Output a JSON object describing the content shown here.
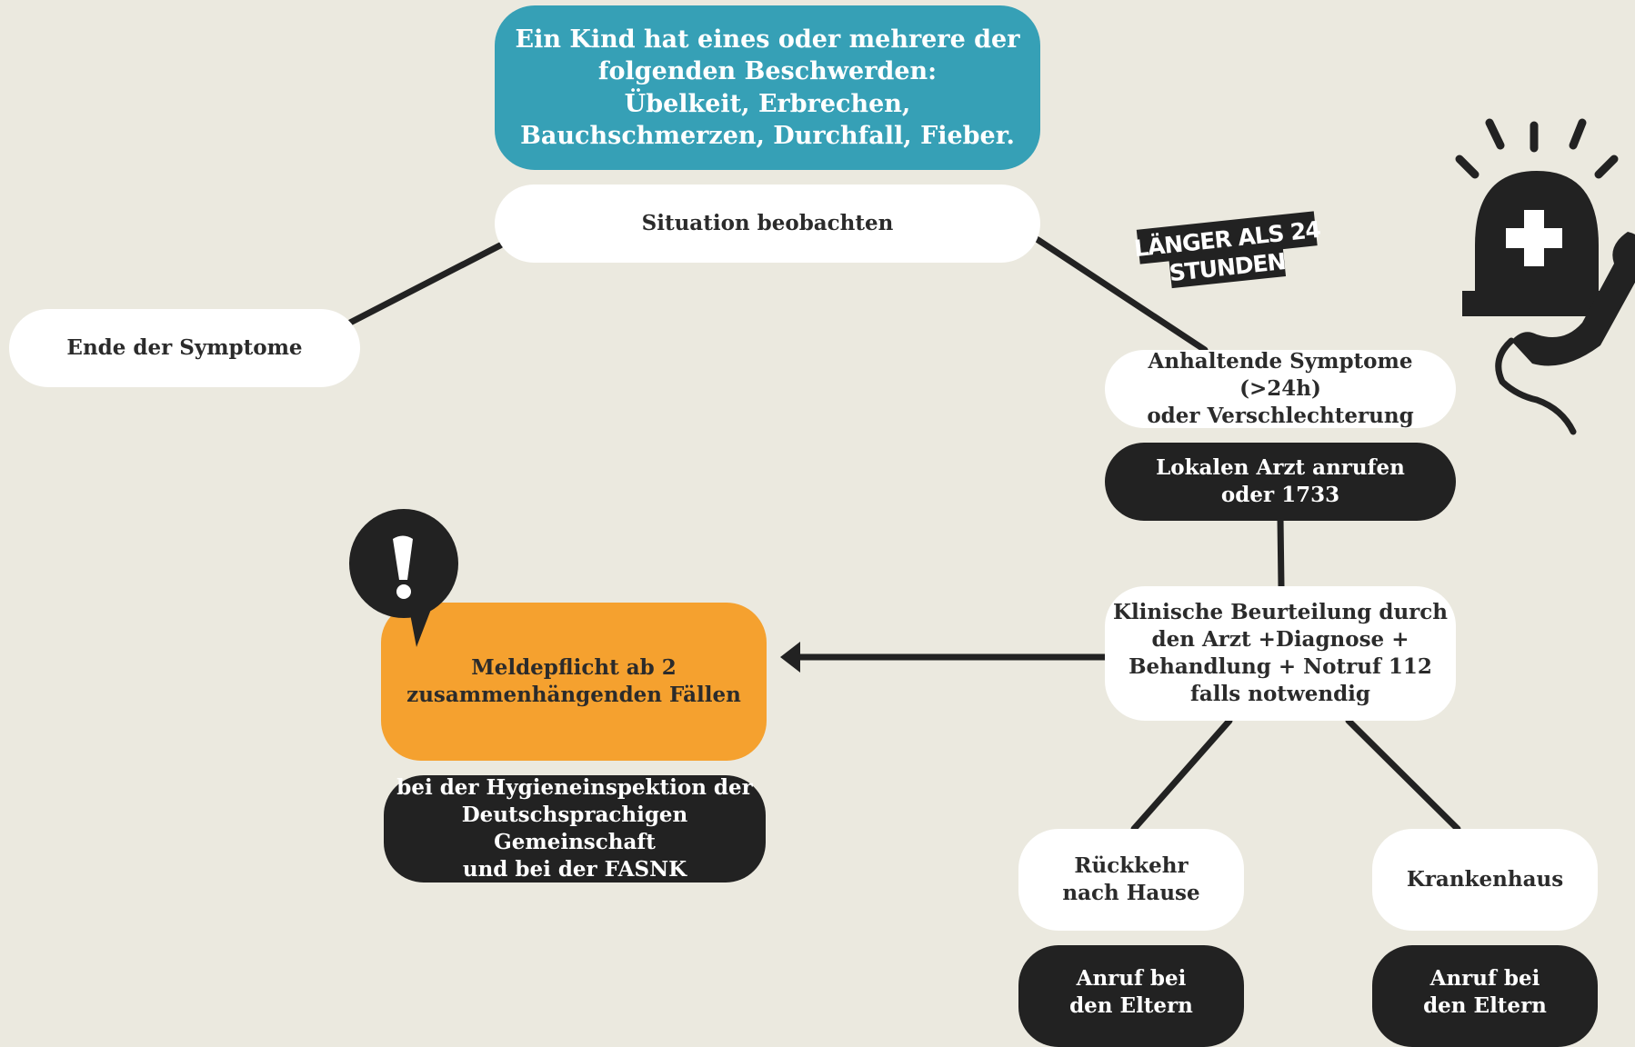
{
  "nodes": {
    "start": "Ein Kind hat eines oder mehrere der folgenden Beschwerden:\nÜbelkeit, Erbrechen,\nBauchschmerzen, Durchfall, Fieber.",
    "observe": "Situation beobachten",
    "end_symptoms": "Ende der Symptome",
    "persistent": "Anhaltende Symptome (>24h)\noder Verschlechterung",
    "call_doctor": "Lokalen Arzt anrufen\noder 1733",
    "clinical": "Klinische Beurteilung durch\nden Arzt +Diagnose +\nBehandlung + Notruf 112\nfalls notwendig",
    "report": "Meldepflicht ab 2\nzusammenhängenden Fällen",
    "report_where": "bei der Hygieneinspektion der\nDeutschsprachigen Gemeinschaft\nund bei der FASNK",
    "home": "Rückkehr\nnach Hause",
    "hospital": "Krankenhaus",
    "call_parents_home": "Anruf bei\nden Eltern",
    "call_parents_hospital": "Anruf bei\nden Eltern"
  },
  "badge": {
    "line1": "LÄNGER ALS 24",
    "line2": "STUNDEN"
  },
  "icons": {
    "emergency": "ambulance-siren-phone-icon",
    "alert": "exclamation-speech-bubble-icon"
  },
  "colors": {
    "background": "#ebe9df",
    "teal": "#36a0b6",
    "orange": "#f5a12f",
    "dark": "#222222",
    "white": "#ffffff"
  }
}
